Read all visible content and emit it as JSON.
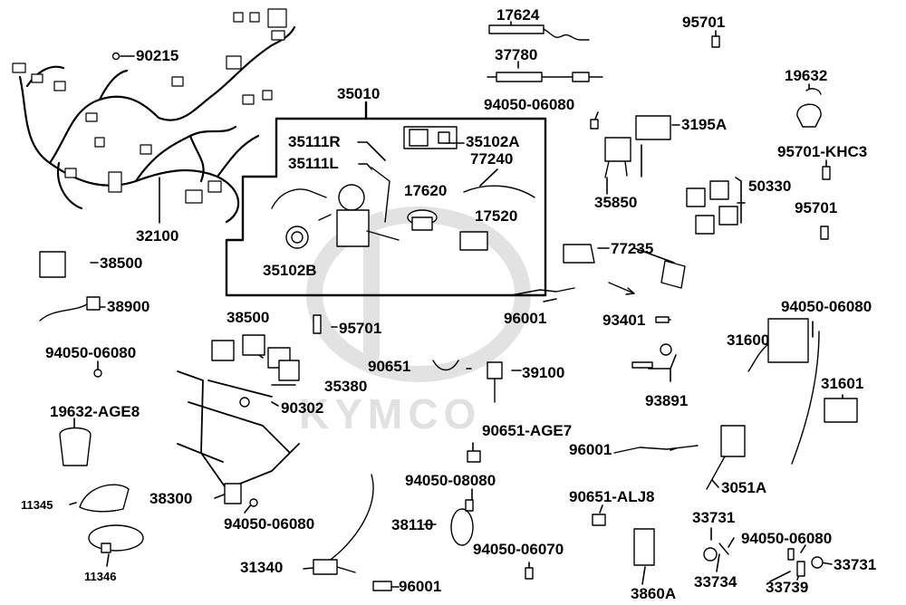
{
  "watermark": "KYMCO",
  "labels": {
    "p17624": "17624",
    "p37780": "37780",
    "p95701_top": "95701",
    "p90215": "90215",
    "p35010": "35010",
    "p94050_06080_a": "94050-06080",
    "p19632": "19632",
    "p35111R": "35111R",
    "p35102A": "35102A",
    "p3195A": "3195A",
    "p35111L": "35111L",
    "p77240": "77240",
    "p95701_KHC3": "95701-KHC3",
    "p17620": "17620",
    "p35850": "35850",
    "p50330": "50330",
    "p17520": "17520",
    "p32100": "32100",
    "p95701_r": "95701",
    "p77235": "77235",
    "p35102B": "35102B",
    "p38500_a": "38500",
    "p38900": "38900",
    "p96001_a": "96001",
    "p94050_06080_b": "94050-06080",
    "p93401": "93401",
    "p38500_b": "38500",
    "p31600": "31600",
    "p95701_c": "95701",
    "p94050_06080_c": "94050-06080",
    "p90651": "90651",
    "p39100": "39100",
    "p35380": "35380",
    "p93891": "93891",
    "p31601": "31601",
    "p19632_AGE8": "19632-AGE8",
    "p90302": "90302",
    "p90651_AGE7": "90651-AGE7",
    "p96001_b": "96001",
    "p94050_08080": "94050-08080",
    "p3051A": "3051A",
    "p11345": "11345",
    "p38300": "38300",
    "p90651_ALJ8": "90651-ALJ8",
    "p33731_a": "33731",
    "p94050_06080_d": "94050-06080",
    "p38110": "38110",
    "p94050_06080_e": "94050-06080",
    "p94050_06070": "94050-06070",
    "p31340": "31340",
    "p33734": "33734",
    "p33731_b": "33731",
    "p11346": "11346",
    "p96001_c": "96001",
    "p3860A": "3860A",
    "p33739": "33739"
  }
}
